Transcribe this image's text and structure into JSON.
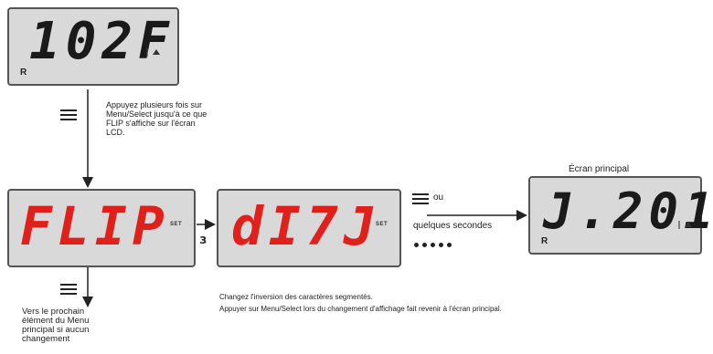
{
  "display_top": {
    "value": "102F",
    "indicator": "R"
  },
  "display_flip": {
    "value": "FLIP",
    "set": "SET"
  },
  "display_flipped": {
    "value": "dI7J",
    "set": "SET"
  },
  "display_main": {
    "value": "J.201",
    "indicator": "R"
  },
  "notes": {
    "menu_instruction": "Appuyez plusieurs fois sur Menu/Select jusqu'à ce que FLIP s'affiche sur l'écran LCD.",
    "main_screen": "Écran principal",
    "or": "ou",
    "few_seconds": "quelques secondes",
    "next_item": "Vers le prochain élément du Menu principal si aucun changement",
    "change_inversion": "Changez l'inversion des caractères segmentés.",
    "press_returns": "Appuyer sur Menu/Select lors du changement d'affichage fait revenir à l'écran principal."
  },
  "icons": [
    "menu-select-icon",
    "temperature-indicator-icon",
    "time-dots-icon",
    "flip-symbol-icon"
  ]
}
